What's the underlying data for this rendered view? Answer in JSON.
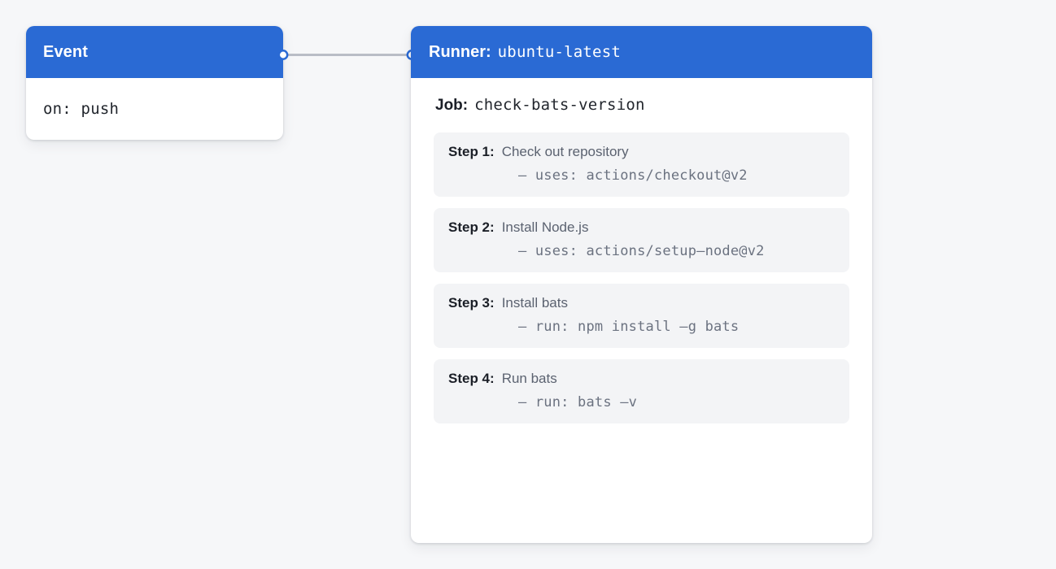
{
  "theme": {
    "background": "#f6f7f9",
    "accent": "#2a6ad4",
    "card_background": "#ffffff",
    "step_background": "#f3f4f6",
    "edge_color": "#b9bdc6",
    "title_text": "#1b1f27",
    "muted_text": "#5b6270",
    "code_text": "#6b7280"
  },
  "event_node": {
    "title": "Event",
    "trigger": "on: push"
  },
  "runner_node": {
    "runner_label": "Runner:",
    "runner_value": "ubuntu-latest",
    "job_label": "Job:",
    "job_value": "check-bats-version",
    "steps": [
      {
        "label": "Step 1:",
        "title": "Check out repository",
        "command": "– uses: actions/checkout@v2"
      },
      {
        "label": "Step 2:",
        "title": "Install Node.js",
        "command": "– uses: actions/setup–node@v2"
      },
      {
        "label": "Step 3:",
        "title": "Install bats",
        "command": "– run: npm install –g bats"
      },
      {
        "label": "Step 4:",
        "title": "Run bats",
        "command": "– run: bats –v"
      }
    ]
  },
  "connector": {
    "name": "event-to-runner-edge",
    "from": "event-node",
    "to": "runner-node"
  }
}
